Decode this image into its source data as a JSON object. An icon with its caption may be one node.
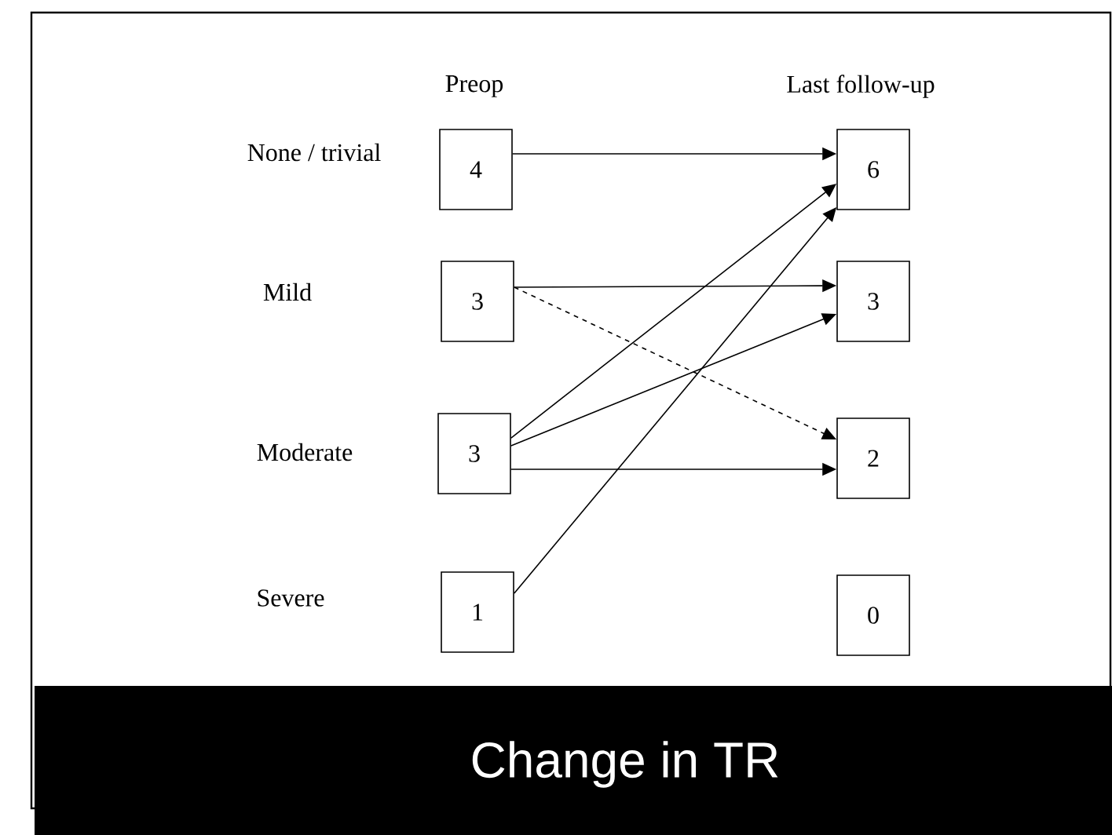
{
  "diagram": {
    "title": "Change in TR",
    "nodes": [
      {
        "text": [
          "4"
        ]
      },
      {
        "text": [
          "3"
        ]
      },
      {
        "text": [
          "3"
        ]
      },
      {
        "text": [
          "1"
        ]
      },
      {
        "text": [
          "6"
        ]
      },
      {
        "text": [
          "3"
        ]
      },
      {
        "text": [
          "2"
        ]
      },
      {
        "text": [
          "0"
        ]
      }
    ],
    "edges": [
      {
        "from": 0,
        "to": 4,
        "arrow": "to"
      },
      {
        "from": 1,
        "to": 5,
        "arrow": "to"
      },
      {
        "from": 1,
        "to": 6,
        "arrow": "to",
        "style": "dashed"
      },
      {
        "from": 2,
        "to": 4,
        "arrow": "to"
      },
      {
        "from": 2,
        "to": 5,
        "arrow": "to"
      },
      {
        "from": 2,
        "to": 6,
        "arrow": "to"
      },
      {
        "from": 3,
        "to": 4,
        "arrow": "to"
      }
    ],
    "labels": [
      "Preop",
      "Last follow-up",
      "None / trivial",
      "Mild",
      "Moderate",
      "Severe"
    ]
  }
}
